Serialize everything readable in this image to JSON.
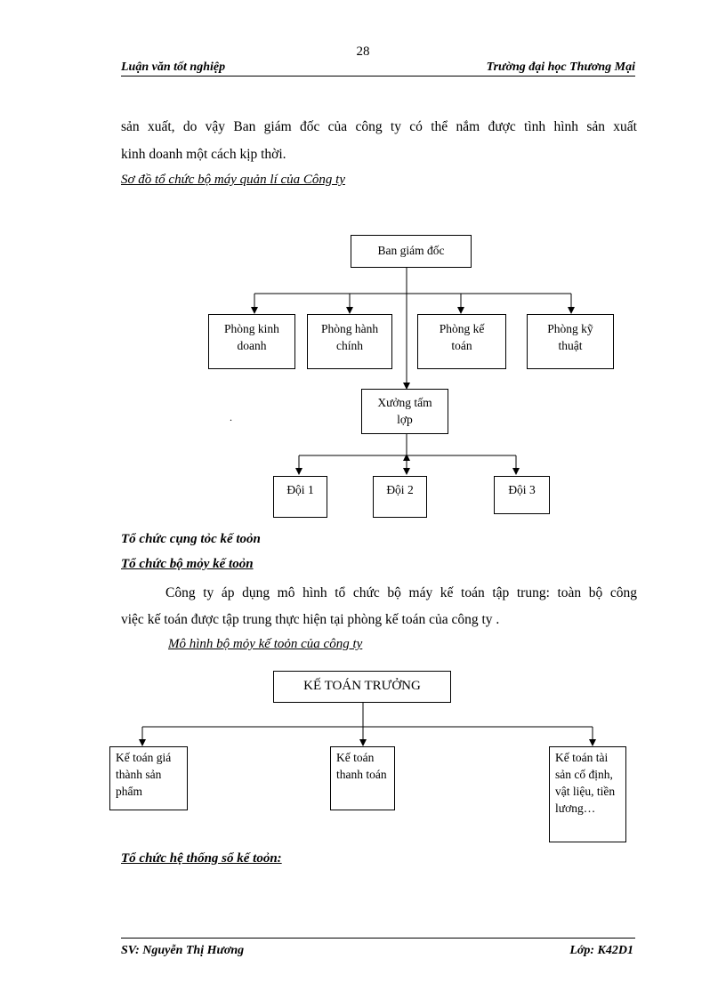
{
  "header": {
    "page_number": "28",
    "left": "Luận văn tốt nghiệp",
    "right": "Trường đại học Thương Mại"
  },
  "intro": {
    "line1": "sản xuất, do vậy Ban giám đốc của công ty có thể nắm được tình hình sản xuất",
    "line2": "kinh doanh một cách kịp thời."
  },
  "org_chart": {
    "title": "Sơ đồ tổ chức bộ máy quản lí của Công ty",
    "top": "Ban giám đốc",
    "departments": [
      "Phòng kinh doanh",
      "Phòng hành chính",
      "Phòng kế toán",
      "Phòng kỹ thuật"
    ],
    "workshop": "Xưởng tấm lợp",
    "teams": [
      "Đội 1",
      "Đội 2",
      "Đội 3"
    ],
    "stray_mark": "."
  },
  "section1": {
    "heading": "Tổ chức cụng tỏc kế toỏn"
  },
  "section2": {
    "heading": "Tổ chức bộ mỏy kế toỏn",
    "para_line1": "Công ty áp dụng mô hình tổ chức bộ máy kế toán tập trung: toàn bộ công",
    "para_line2": "việc kế toán được tập trung thực hiện tại phòng kế toán của công ty ."
  },
  "acct_chart": {
    "title": "Mô hình bộ mỏy kế toỏn của công ty",
    "head": "KẾ TOÁN TRƯỞNG",
    "staff": [
      "Kế toán giá thành sản phẩm",
      "Kế toán thanh toán",
      "Kế toán tài sản cố định, vật liệu, tiền lương…"
    ]
  },
  "section3": {
    "heading": "Tổ chức hệ thống sổ kế toỏn:"
  },
  "footer": {
    "left": "SV: Nguyễn Thị Hương",
    "right": "Lớp: K42D1"
  }
}
